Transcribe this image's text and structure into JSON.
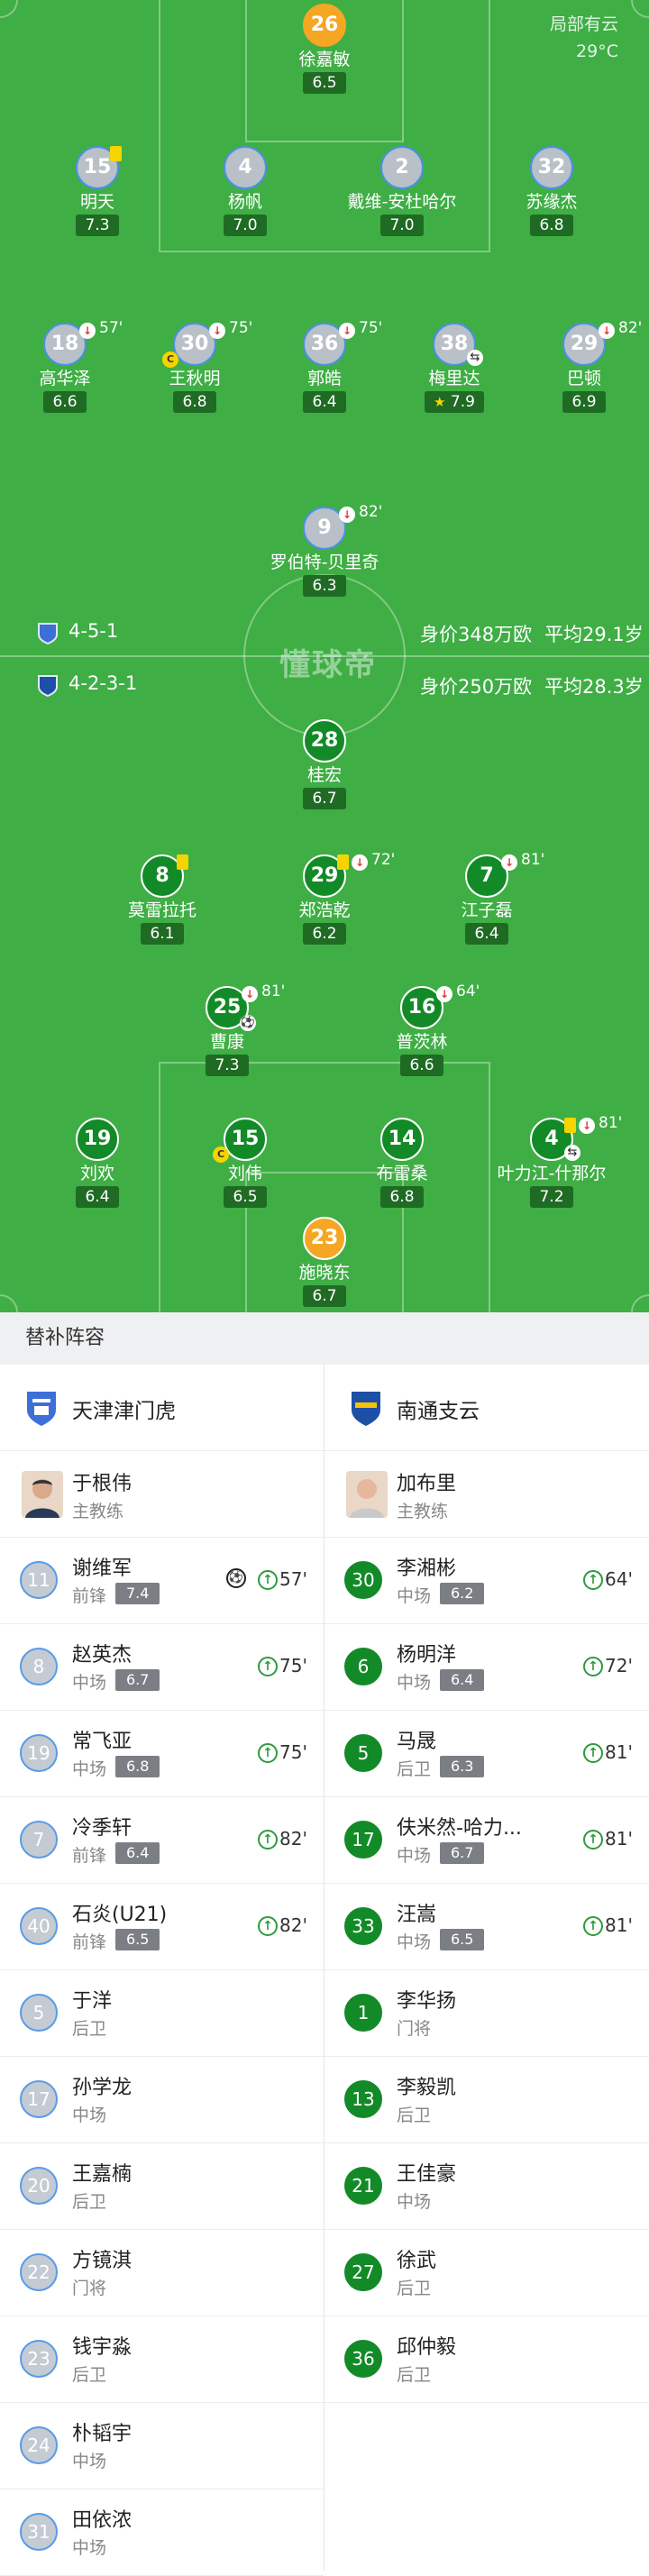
{
  "weather": {
    "line1": "局部有云",
    "line2": "29°C"
  },
  "home_info": {
    "formation": "4-5-1",
    "value": "身价348万欧",
    "age": "平均29.1岁"
  },
  "away_info": {
    "formation": "4-2-3-1",
    "value": "身价250万欧",
    "age": "平均28.3岁"
  },
  "watermark": "懂球帝",
  "home_players": [
    {
      "num": "26",
      "name": "徐嘉敏",
      "rating": "6.5"
    },
    {
      "num": "15",
      "name": "明天",
      "rating": "7.3"
    },
    {
      "num": "4",
      "name": "杨帆",
      "rating": "7.0"
    },
    {
      "num": "2",
      "name": "戴维-安杜哈尔",
      "rating": "7.0"
    },
    {
      "num": "32",
      "name": "苏缘杰",
      "rating": "6.8"
    },
    {
      "num": "18",
      "name": "高华泽",
      "rating": "6.6",
      "sub_time": "57'"
    },
    {
      "num": "30",
      "name": "王秋明",
      "rating": "6.8",
      "sub_time": "75'"
    },
    {
      "num": "36",
      "name": "郭皓",
      "rating": "6.4",
      "sub_time": "75'"
    },
    {
      "num": "38",
      "name": "梅里达",
      "rating": "7.9"
    },
    {
      "num": "29",
      "name": "巴顿",
      "rating": "6.9",
      "sub_time": "82'"
    },
    {
      "num": "9",
      "name": "罗伯特-贝里奇",
      "rating": "6.3",
      "sub_time": "82'"
    }
  ],
  "away_players": [
    {
      "num": "28",
      "name": "桂宏",
      "rating": "6.7"
    },
    {
      "num": "8",
      "name": "莫雷拉托",
      "rating": "6.1"
    },
    {
      "num": "29",
      "name": "郑浩乾",
      "rating": "6.2",
      "sub_time": "72'"
    },
    {
      "num": "7",
      "name": "江子磊",
      "rating": "6.4",
      "sub_time": "81'"
    },
    {
      "num": "25",
      "name": "曹康",
      "rating": "7.3",
      "sub_time": "81'"
    },
    {
      "num": "16",
      "name": "普茨林",
      "rating": "6.6",
      "sub_time": "64'"
    },
    {
      "num": "19",
      "name": "刘欢",
      "rating": "6.4"
    },
    {
      "num": "15",
      "name": "刘伟",
      "rating": "6.5"
    },
    {
      "num": "14",
      "name": "布雷桑",
      "rating": "6.8"
    },
    {
      "num": "4",
      "name": "叶力江-什那尔",
      "rating": "7.2",
      "sub_time": "81'"
    },
    {
      "num": "23",
      "name": "施晓东",
      "rating": "6.7"
    }
  ],
  "captain_mark": "C",
  "subs": {
    "title": "替补阵容",
    "home": {
      "team": "天津津门虎",
      "coach": {
        "name": "于根伟",
        "role": "主教练"
      },
      "players": [
        {
          "num": "11",
          "name": "谢维军",
          "pos": "前锋",
          "rating": "7.4",
          "in": "57'",
          "goal": true
        },
        {
          "num": "8",
          "name": "赵英杰",
          "pos": "中场",
          "rating": "6.7",
          "in": "75'"
        },
        {
          "num": "19",
          "name": "常飞亚",
          "pos": "中场",
          "rating": "6.8",
          "in": "75'"
        },
        {
          "num": "7",
          "name": "冷季轩",
          "pos": "前锋",
          "rating": "6.4",
          "in": "82'"
        },
        {
          "num": "40",
          "name": "石炎(U21)",
          "pos": "前锋",
          "rating": "6.5",
          "in": "82'"
        },
        {
          "num": "5",
          "name": "于洋",
          "pos": "后卫"
        },
        {
          "num": "17",
          "name": "孙学龙",
          "pos": "中场"
        },
        {
          "num": "20",
          "name": "王嘉楠",
          "pos": "后卫"
        },
        {
          "num": "22",
          "name": "方镜淇",
          "pos": "门将"
        },
        {
          "num": "23",
          "name": "钱宇淼",
          "pos": "后卫"
        },
        {
          "num": "24",
          "name": "朴韬宇",
          "pos": "中场"
        },
        {
          "num": "31",
          "name": "田依浓",
          "pos": "中场"
        }
      ]
    },
    "away": {
      "team": "南通支云",
      "coach": {
        "name": "加布里",
        "role": "主教练"
      },
      "players": [
        {
          "num": "30",
          "name": "李湘彬",
          "pos": "中场",
          "rating": "6.2",
          "in": "64'"
        },
        {
          "num": "6",
          "name": "杨明洋",
          "pos": "中场",
          "rating": "6.4",
          "in": "72'"
        },
        {
          "num": "5",
          "name": "马晟",
          "pos": "后卫",
          "rating": "6.3",
          "in": "81'"
        },
        {
          "num": "17",
          "name": "伕米然-哈力...",
          "pos": "中场",
          "rating": "6.7",
          "in": "81'"
        },
        {
          "num": "33",
          "name": "汪嵩",
          "pos": "中场",
          "rating": "6.5",
          "in": "81'"
        },
        {
          "num": "1",
          "name": "李华扬",
          "pos": "门将"
        },
        {
          "num": "13",
          "name": "李毅凯",
          "pos": "后卫"
        },
        {
          "num": "21",
          "name": "王佳豪",
          "pos": "中场"
        },
        {
          "num": "27",
          "name": "徐武",
          "pos": "后卫"
        },
        {
          "num": "36",
          "name": "邱仲毅",
          "pos": "后卫"
        }
      ]
    }
  }
}
